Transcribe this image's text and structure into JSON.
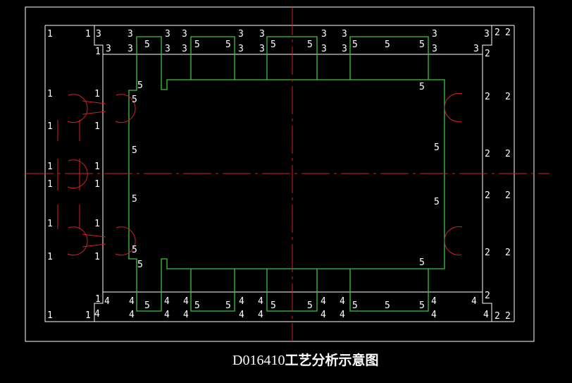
{
  "drawing": {
    "title_code": "D016410",
    "title_text": "工艺分析示意图",
    "colors": {
      "background": "#000000",
      "frame": "#ffffff",
      "part_outline": "#3ec43e",
      "center_lines": "#d42020",
      "labels": "#ffffff"
    }
  },
  "labels": {
    "face1": "1",
    "face2": "2",
    "face3": "3",
    "face4": "4",
    "face5": "5"
  }
}
